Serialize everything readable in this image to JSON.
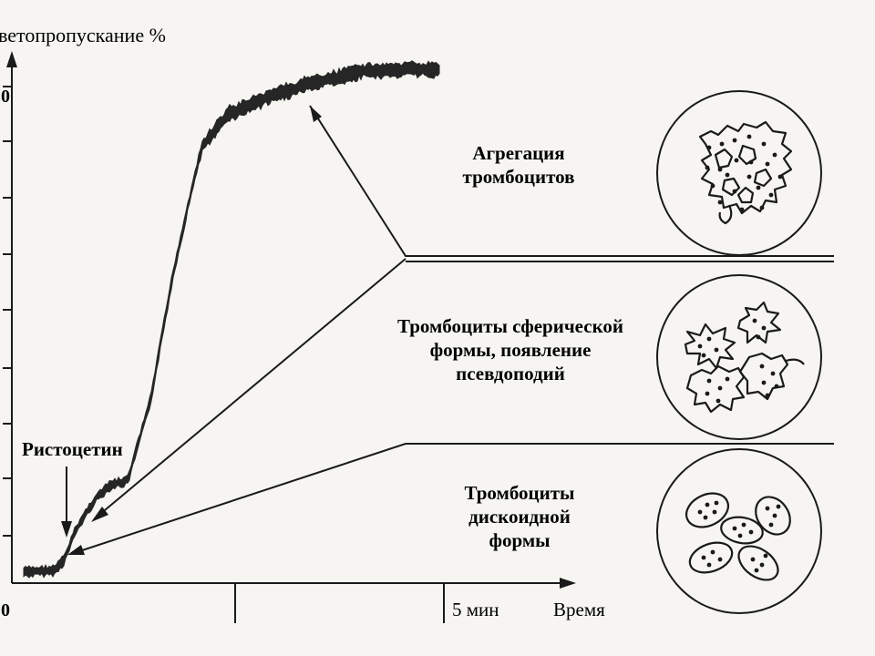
{
  "y_axis": {
    "label": "ветопропускание %",
    "zero_label": "0",
    "top_tick_label": "0"
  },
  "x_axis": {
    "label": "Время",
    "tick_label": "5 мин"
  },
  "trigger": {
    "label": "Ристоцетин"
  },
  "stages": [
    {
      "lines": [
        "Агрегация",
        "тромбоцитов"
      ],
      "cell_form": "aggregated"
    },
    {
      "lines": [
        "Тромбоциты сферической",
        "формы, появление",
        "псевдоподий"
      ],
      "cell_form": "spherical"
    },
    {
      "lines": [
        "Тромбоциты",
        "дискоидной",
        "формы"
      ],
      "cell_form": "discoid"
    }
  ],
  "colors": {
    "ink": "#1a1a1a",
    "paper": "#f6f5f1"
  }
}
